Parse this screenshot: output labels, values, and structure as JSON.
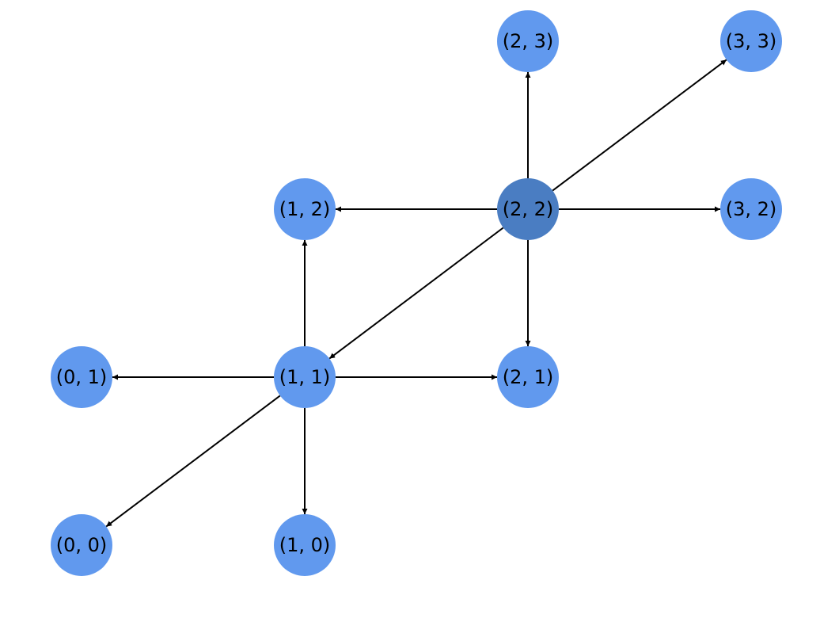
{
  "graph": {
    "colors": {
      "node": "#6199ee",
      "node_highlight": "#4a7dc2",
      "edge": "#000000",
      "label": "#000000"
    },
    "nodes": [
      {
        "id": "0,0",
        "label": "(0, 0)",
        "gx": 0,
        "gy": 0,
        "highlight": false
      },
      {
        "id": "0,1",
        "label": "(0, 1)",
        "gx": 0,
        "gy": 1,
        "highlight": false
      },
      {
        "id": "1,0",
        "label": "(1, 0)",
        "gx": 1,
        "gy": 0,
        "highlight": false
      },
      {
        "id": "1,1",
        "label": "(1, 1)",
        "gx": 1,
        "gy": 1,
        "highlight": false
      },
      {
        "id": "1,2",
        "label": "(1, 2)",
        "gx": 1,
        "gy": 2,
        "highlight": false
      },
      {
        "id": "2,1",
        "label": "(2, 1)",
        "gx": 2,
        "gy": 1,
        "highlight": false
      },
      {
        "id": "2,2",
        "label": "(2, 2)",
        "gx": 2,
        "gy": 2,
        "highlight": true
      },
      {
        "id": "2,3",
        "label": "(2, 3)",
        "gx": 2,
        "gy": 3,
        "highlight": false
      },
      {
        "id": "3,2",
        "label": "(3, 2)",
        "gx": 3,
        "gy": 2,
        "highlight": false
      },
      {
        "id": "3,3",
        "label": "(3, 3)",
        "gx": 3,
        "gy": 3,
        "highlight": false
      }
    ],
    "edges": [
      {
        "from": "1,1",
        "to": "0,0"
      },
      {
        "from": "1,1",
        "to": "0,1"
      },
      {
        "from": "1,1",
        "to": "1,0"
      },
      {
        "from": "1,1",
        "to": "1,2"
      },
      {
        "from": "1,1",
        "to": "2,1"
      },
      {
        "from": "2,2",
        "to": "1,1"
      },
      {
        "from": "2,2",
        "to": "1,2"
      },
      {
        "from": "2,2",
        "to": "2,1"
      },
      {
        "from": "2,2",
        "to": "2,3"
      },
      {
        "from": "2,2",
        "to": "3,2"
      },
      {
        "from": "2,2",
        "to": "3,3"
      }
    ]
  }
}
